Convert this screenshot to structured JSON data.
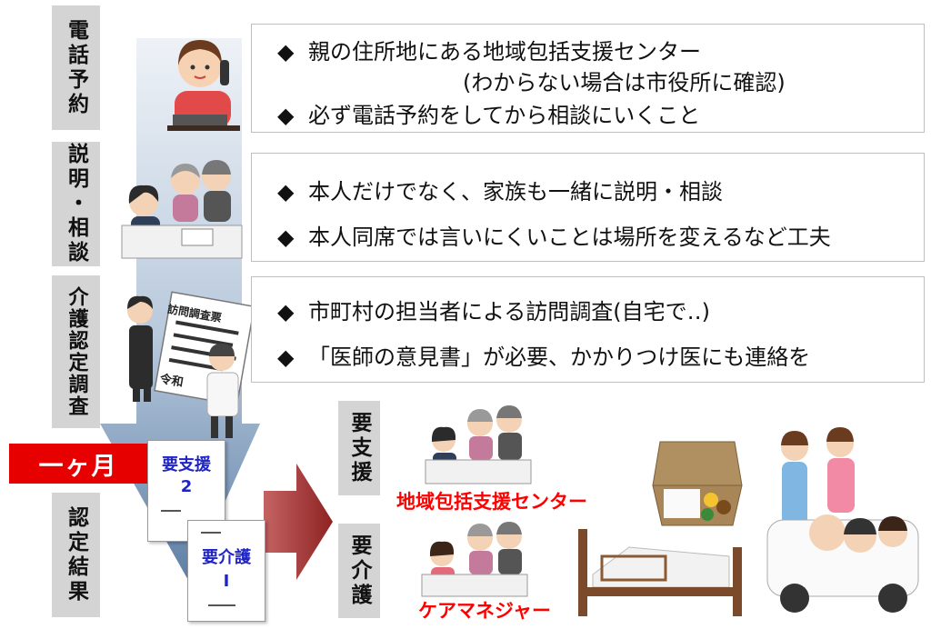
{
  "steps": [
    {
      "id": "phone",
      "label": "電話予約"
    },
    {
      "id": "explain",
      "label": "説明・相談"
    },
    {
      "id": "survey",
      "label": "介護認定調査"
    },
    {
      "id": "result",
      "label": "認定結果"
    }
  ],
  "notes": {
    "phone": [
      {
        "bullet": "◆",
        "text": "親の住所地にある地域包括支援センター"
      },
      {
        "bullet": "",
        "text": "(わからない場合は市役所に確認)"
      },
      {
        "bullet": "◆",
        "text": "必ず電話予約をしてから相談にいくこと"
      }
    ],
    "explain": [
      {
        "bullet": "◆",
        "text": "本人だけでなく、家族も一緒に説明・相談"
      },
      {
        "bullet": "◆",
        "text": "本人同席では言いにくいことは場所を変えるなど工夫"
      }
    ],
    "survey": [
      {
        "bullet": "◆",
        "text": "市町村の担当者による訪問調査(自宅で‥)"
      },
      {
        "bullet": "◆",
        "text": "「医師の意見書」が必要、かかりつけ医にも連絡を"
      }
    ]
  },
  "duration": "一ヶ月",
  "survey_document": {
    "title": "訪問調査票",
    "footer": "令和"
  },
  "cards": [
    {
      "id": "support",
      "title": "要支援",
      "number": "2"
    },
    {
      "id": "care",
      "title": "要介護",
      "number": "I"
    }
  ],
  "outcomes": [
    {
      "id": "support",
      "category": "要支援",
      "provider": "地域包括支援センター"
    },
    {
      "id": "care",
      "category": "要介護",
      "provider": "ケアマネジャー"
    }
  ],
  "colors": {
    "label_bg": "#d4d4d4",
    "arrow_blue": "#8ea9c6",
    "arrow_red": "#9c2b2b",
    "banner_red": "#e60000",
    "card_text": "#1f24c8",
    "provider_text": "#ff0000"
  }
}
